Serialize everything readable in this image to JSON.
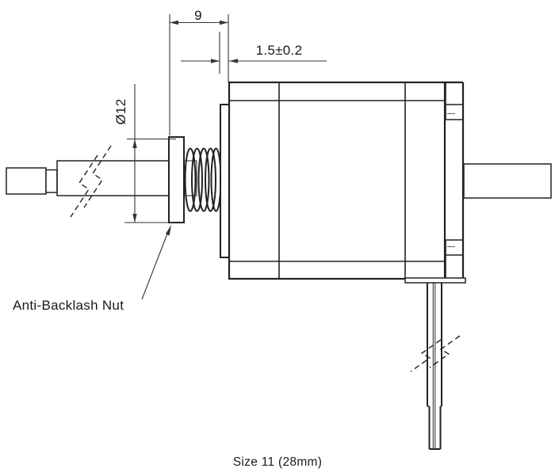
{
  "labels": {
    "caption": "Size 11 (28mm)",
    "nut": "Anti-Backlash Nut"
  },
  "dimensions": {
    "nut_to_face": "9",
    "pilot_depth": "1.5±0.2",
    "diameter": "Ø12"
  },
  "colors": {
    "line": "#222222",
    "dim": "#333333",
    "background": "#ffffff",
    "text": "#1a1a1a"
  }
}
